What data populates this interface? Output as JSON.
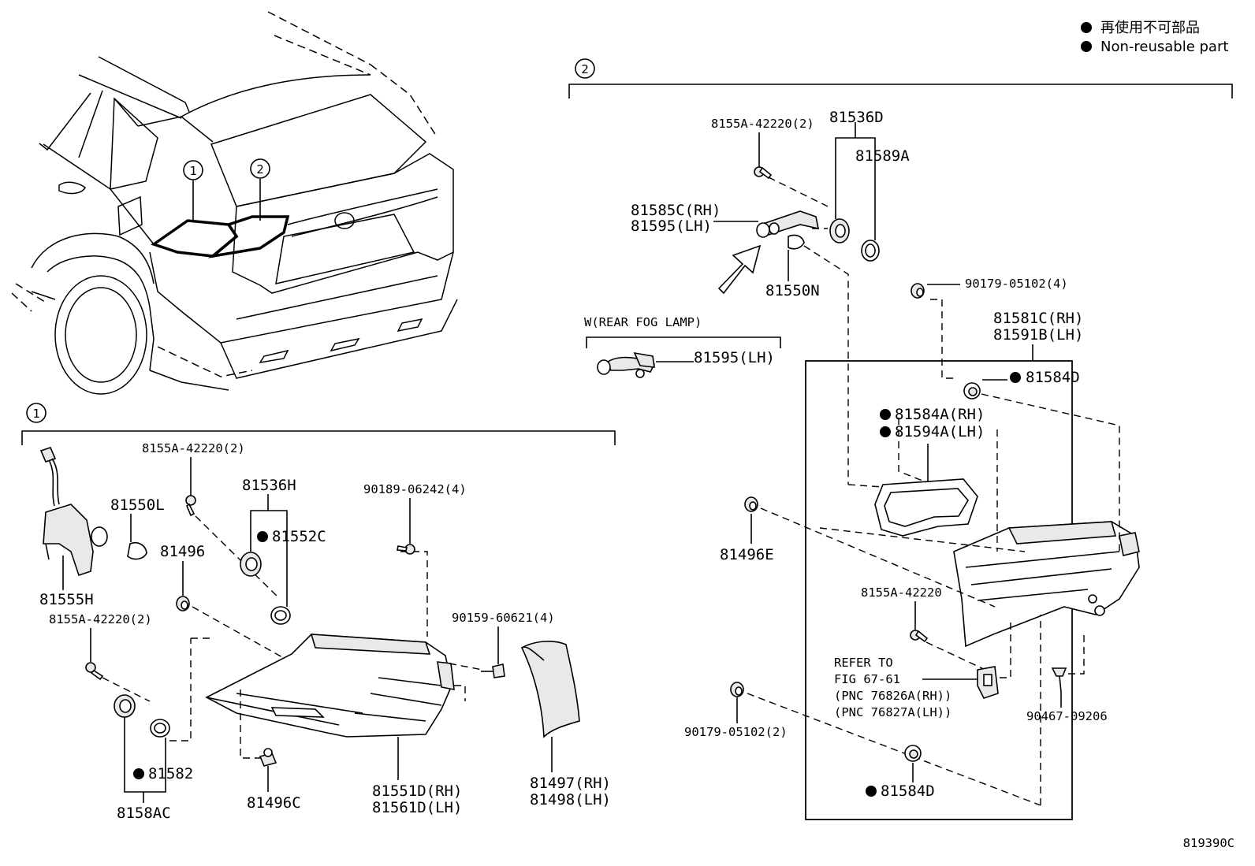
{
  "legend": {
    "line1": "再使用不可部品",
    "line2": "Non-reusable part"
  },
  "figure_code": "819390C",
  "sections": {
    "one": "1",
    "two": "2"
  },
  "car_callouts": {
    "one": "1",
    "two": "2"
  },
  "group2_labels": {
    "p8155A_2": "8155A-42220(2)",
    "p81536D": "81536D",
    "p81589A": "81589A",
    "p81585C": "81585C(RH)",
    "p81595": "81595(LH)",
    "p81550N": "81550N",
    "p90179_4": "90179-05102(4)",
    "rear_fog": "W(REAR FOG LAMP)",
    "p81595_fog": "81595(LH)",
    "p81581C": "81581C(RH)",
    "p81591B": "81591B(LH)",
    "p81584D_top": "81584D",
    "p81584A": "81584A(RH)",
    "p81594A": "81594A(LH)",
    "p81496E": "81496E",
    "p8155A": "8155A-42220",
    "refer1": "REFER TO",
    "refer2": "FIG 67-61",
    "refer3": "(PNC 76826A(RH))",
    "refer4": "(PNC 76827A(LH))",
    "p90467": "90467-09206",
    "p90179_2": "90179-05102(2)",
    "p81584D_bot": "81584D"
  },
  "group1_labels": {
    "p8155A_top": "8155A-42220(2)",
    "p81536H": "81536H",
    "p81552C": "81552C",
    "p90189": "90189-06242(4)",
    "p81550L": "81550L",
    "p81496": "81496",
    "p81555H": "81555H",
    "p8155A_left": "8155A-42220(2)",
    "p90159": "90159-60621(4)",
    "p81582": "81582",
    "p8158AC": "8158AC",
    "p81496C": "81496C",
    "p81551D": "81551D(RH)",
    "p81561D": "81561D(LH)",
    "p81497": "81497(RH)",
    "p81498": "81498(LH)"
  }
}
